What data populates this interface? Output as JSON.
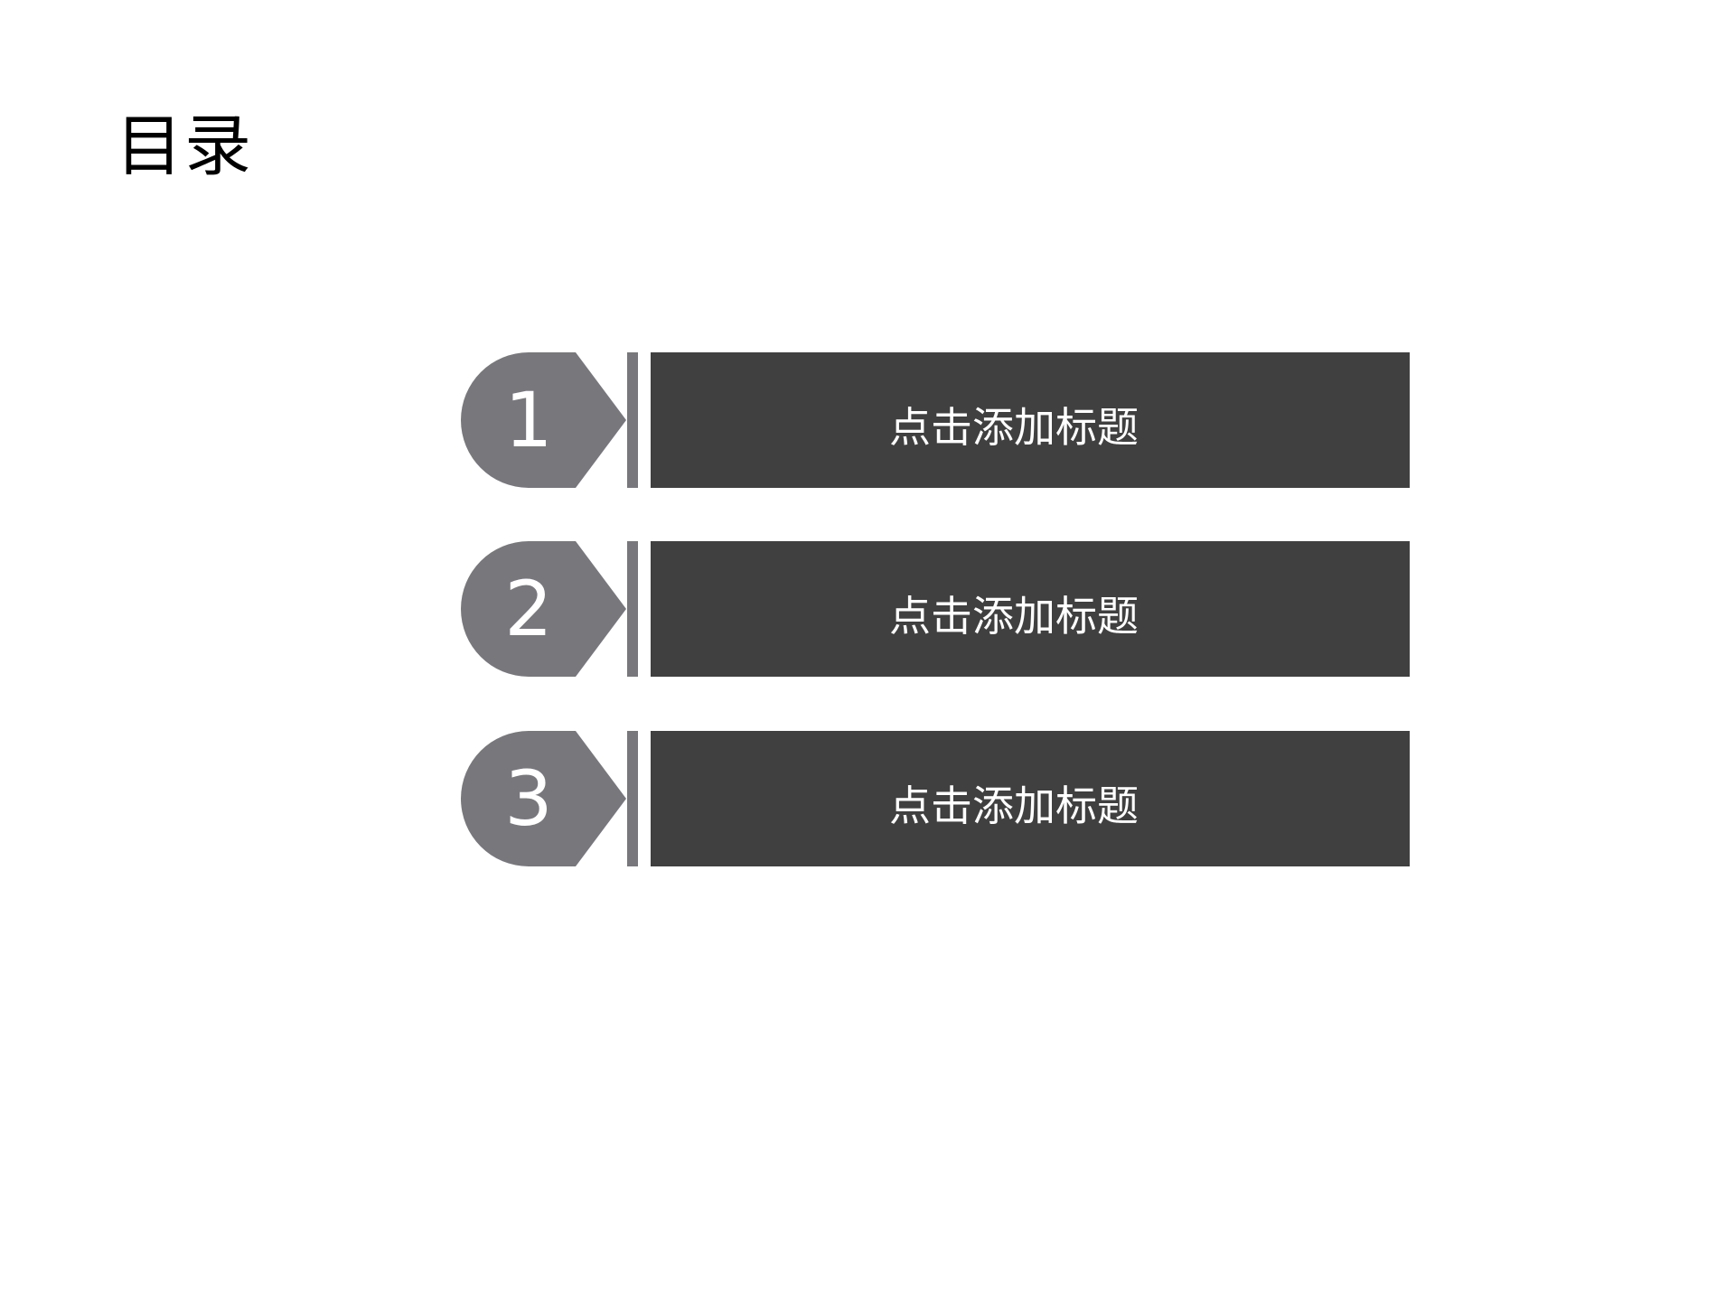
{
  "page": {
    "title": "目录"
  },
  "colors": {
    "badge": "#78777c",
    "separator": "#78777c",
    "box": "#404040",
    "text": "#ffffff",
    "background": "#ffffff"
  },
  "toc": {
    "items": [
      {
        "number": "1",
        "label": "点击添加标题",
        "icon": "pentagon-arrow-badge"
      },
      {
        "number": "2",
        "label": "点击添加标题",
        "icon": "pentagon-arrow-badge"
      },
      {
        "number": "3",
        "label": "点击添加标题",
        "icon": "pentagon-arrow-badge"
      }
    ]
  }
}
